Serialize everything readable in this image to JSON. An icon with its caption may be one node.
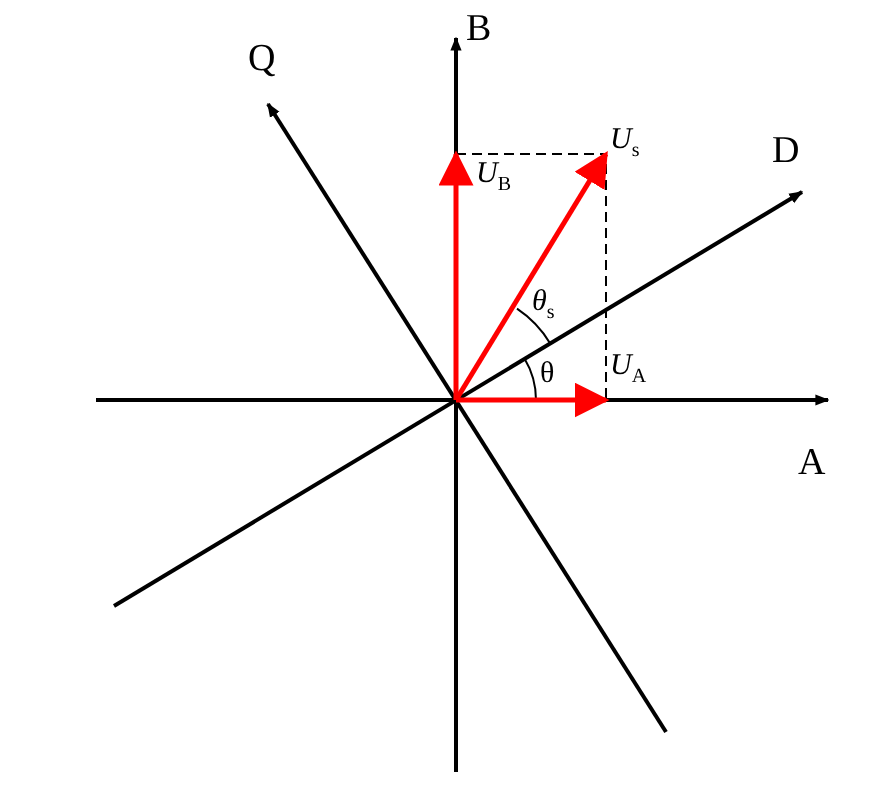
{
  "diagram": {
    "labels": [
      "B",
      "Q",
      "*U*$_{s}$",
      "D",
      "*U*$_{B}$",
      "*θ*$_{s}$",
      "θ",
      "*U*$_{A}$",
      "A"
    ]
  }
}
